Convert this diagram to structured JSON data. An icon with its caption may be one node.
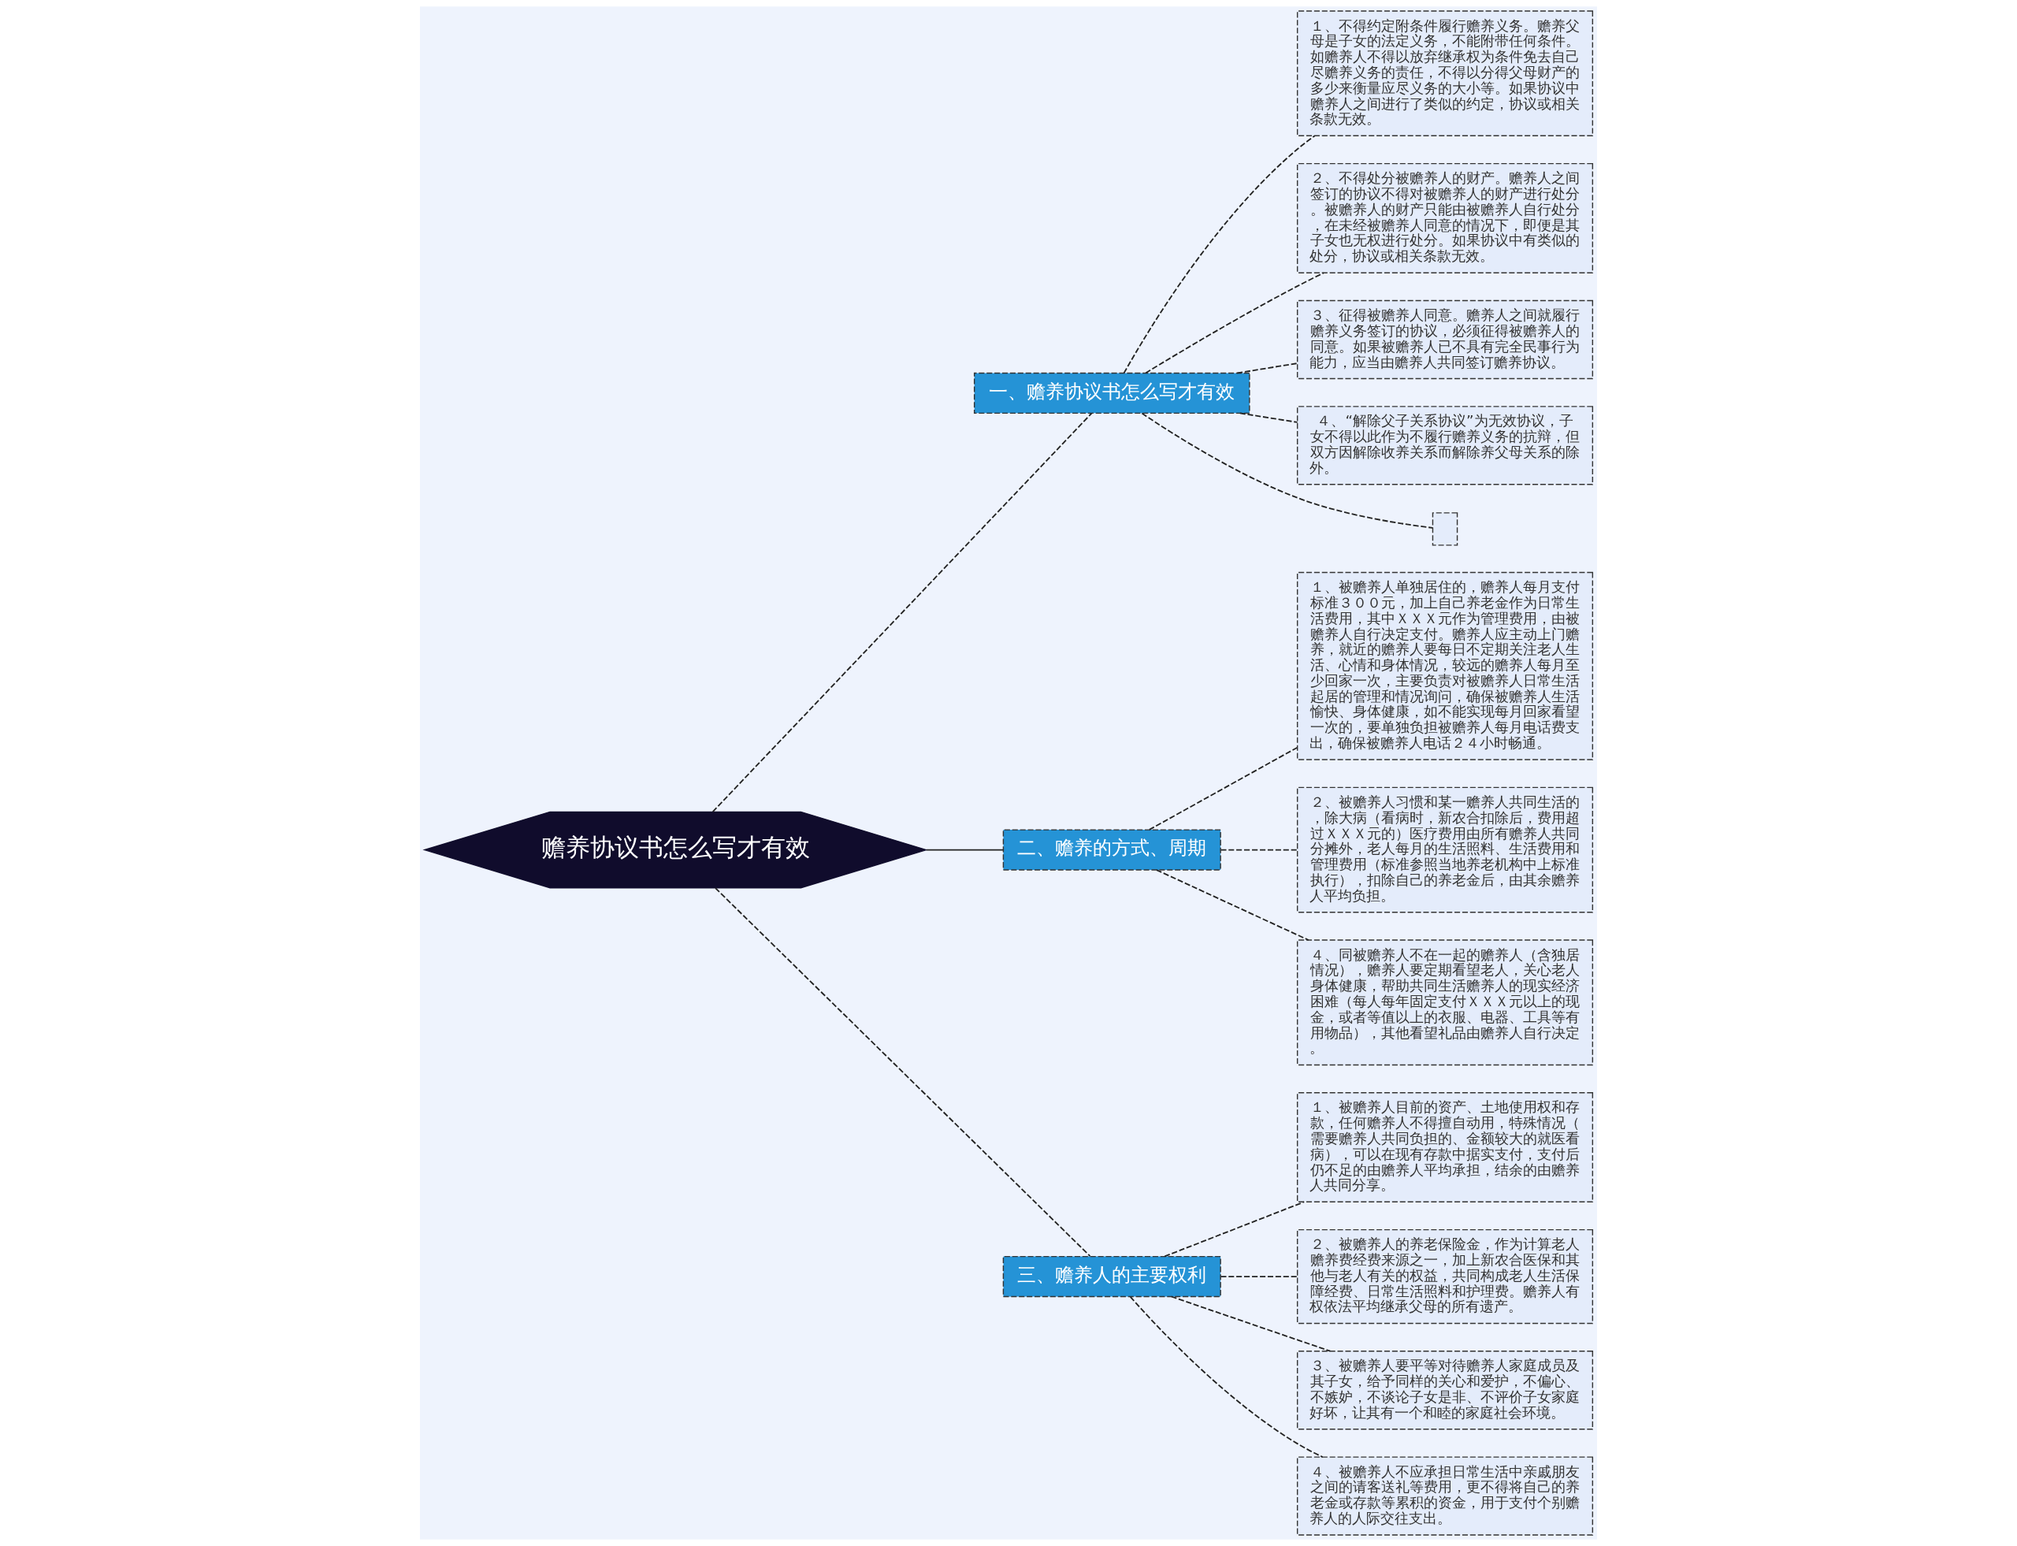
{
  "diagram": {
    "nodes": [
      {
        "text": [
          "赡养协议书怎么写才有效"
        ]
      },
      {
        "text": [
          "一、赡养协议书怎么写才有效"
        ]
      },
      {
        "text": [
          "１、不得约定附条件履行赡养义务。赡养父母是子女的法定义务，不能附带任何条件。如赡养人不得以放弃继承权为条件免去自己尽赡养义务的责任，不得以分得父母财产的多少来衡量应尽义务的大小等。如果协议中赡养人之间进行了类似的约定，协议或相关条款无效。"
        ]
      },
      {
        "text": [
          "２、不得处分被赡养人的财产。赡养人之间签订的协议不得对被赡养人的财产进行处分。被赡养人的财产只能由被赡养人自行处分，在未经被赡养人同意的情况下，即便是其子女也无权进行处分。如果协议中有类似的处分，协议或相关条款无效。"
        ]
      },
      {
        "text": [
          "３、征得被赡养人同意。赡养人之间就履行赡养义务签订的协议，必须征得被赡养人的同意。如果被赡养人已不具有完全民事行为能力，应当由赡养人共同签订赡养协议。"
        ]
      },
      {
        "text": [
          "４、“解除父子关系协议”为无效协议，子女不得以此作为不履行赡养义务的抗辩，但双方因解除收养关系而解除养父母关系的除外。"
        ]
      },
      {
        "text": [],
        "shape": "box"
      },
      {
        "text": [
          "二、赡养的方式、周期"
        ]
      },
      {
        "text": [
          "１、被赡养人单独居住的，赡养人每月支付标准３００元，加上自己养老金作为日常生活费用，其中ＸＸＸ元作为管理费用，由被赡养人自行决定支付。赡养人应主动上门赡养，就近的赡养人要每日不定期关注老人生活、心情和身体情况，较远的赡养人每月至少回家一次，主要负责对被赡养人日常生活起居的管理和情况询问，确保被赡养人生活愉快、身体健康，如不能实现每月回家看望一次的，要单独负担被赡养人每月电话费支出，确保被赡养人电话２４小时畅通。"
        ]
      },
      {
        "text": [
          "２、被赡养人习惯和某一赡养人共同生活的，除大病（看病时，新农合扣除后，费用超过ＸＸＸ元的）医疗费用由所有赡养人共同分摊外，老人每月的生活照料、生活费用和管理费用（标准参照当地养老机构中上标准执行），扣除自己的养老金后，由其余赡养人平均负担。"
        ]
      },
      {
        "text": [
          "４、同被赡养人不在一起的赡养人（含独居情况），赡养人要定期看望老人，关心老人身体健康，帮助共同生活赡养人的现实经济困难（每人每年固定支付ＸＸＸ元以上的现金，或者等值以上的衣服、电器、工具等有用物品），其他看望礼品由赡养人自行决定。"
        ]
      },
      {
        "text": [
          "三、赡养人的主要权利"
        ]
      },
      {
        "text": [
          "１、被赡养人目前的资产、土地使用权和存款，任何赡养人不得擅自动用，特殊情况（需要赡养人共同负担的、金额较大的就医看病），可以在现有存款中据实支付，支付后仍不足的由赡养人平均承担，结余的由赡养人共同分享。"
        ]
      },
      {
        "text": [
          "２、被赡养人的养老保险金，作为计算老人赡养费经费来源之一，加上新农合医保和其他与老人有关的权益，共同构成老人生活保障经费、日常生活照料和护理费。赡养人有权依法平均继承父母的所有遗产。"
        ]
      },
      {
        "text": [
          "３、被赡养人要平等对待赡养人家庭成员及其子女，给予同样的关心和爱护，不偏心、不嫉妒，不谈论子女是非、不评价子女家庭好坏，让其有一个和睦的家庭社会环境。"
        ]
      },
      {
        "text": [
          "４、被赡养人不应承担日常生活中亲戚朋友之间的请客送礼等费用，更不得将自己的养老金或存款等累积的资金，用于支付个别赡养人的人际交往支出。"
        ]
      }
    ],
    "edges": [
      {
        "from": 0,
        "to": 1,
        "arrow": "none",
        "style": "dashed"
      },
      {
        "from": 1,
        "to": 2,
        "arrow": "none",
        "style": "dashed"
      },
      {
        "from": 1,
        "to": 3,
        "arrow": "none",
        "style": "dashed"
      },
      {
        "from": 1,
        "to": 4,
        "arrow": "none",
        "style": "dashed"
      },
      {
        "from": 1,
        "to": 5,
        "arrow": "none",
        "style": "dashed"
      },
      {
        "from": 1,
        "to": 6,
        "arrow": "none",
        "style": "dashed"
      },
      {
        "from": 0,
        "to": 7,
        "arrow": "none"
      },
      {
        "from": 7,
        "to": 8,
        "arrow": "none",
        "style": "dashed"
      },
      {
        "from": 7,
        "to": 9,
        "arrow": "none",
        "style": "dashed"
      },
      {
        "from": 7,
        "to": 10,
        "arrow": "none",
        "style": "dashed"
      },
      {
        "from": 0,
        "to": 11,
        "arrow": "none",
        "style": "dashed"
      },
      {
        "from": 11,
        "to": 12,
        "arrow": "none",
        "style": "dashed"
      },
      {
        "from": 11,
        "to": 13,
        "arrow": "none",
        "style": "dashed"
      },
      {
        "from": 11,
        "to": 14,
        "arrow": "none",
        "style": "dashed"
      },
      {
        "from": 11,
        "to": 15,
        "arrow": "none",
        "style": "dashed"
      }
    ]
  }
}
